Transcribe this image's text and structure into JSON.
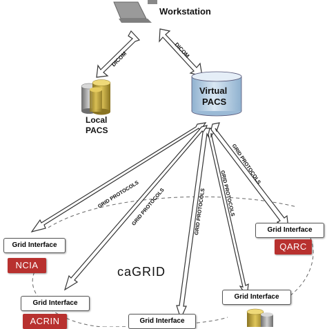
{
  "workstation": {
    "label": "Workstation",
    "icon": "workstation-icon"
  },
  "connections": {
    "dicom_left": "DICOM",
    "dicom_right": "DICOM",
    "grid_protocols": "GRID PROTOCOLS"
  },
  "local_pacs": {
    "line1": "Local",
    "line2": "PACS",
    "icon": "database-stack-icon"
  },
  "virtual_pacs": {
    "line1": "Virtual",
    "line2": "PACS",
    "icon": "cylinder-database-icon"
  },
  "cagrid": {
    "label": "caGRID"
  },
  "nodes": {
    "ncia": {
      "interface": "Grid Interface",
      "badge": "NCIA"
    },
    "qarc": {
      "interface": "Grid Interface",
      "badge": "QARC"
    },
    "acrin": {
      "interface": "Grid Interface",
      "badge": "ACRIN"
    },
    "center": {
      "interface": "Grid Interface"
    },
    "right_bottom": {
      "interface": "Grid Interface"
    }
  },
  "colors": {
    "badge": "#b8312f",
    "cylinder": "#bcd3e6",
    "arrow_outline": "#333333"
  }
}
